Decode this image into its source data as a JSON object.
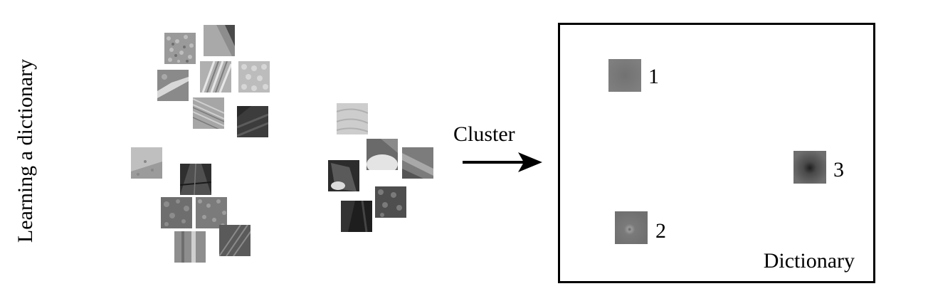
{
  "side_label": "Learning a dictionary",
  "arrow_label": "Cluster",
  "dictionary": {
    "label": "Dictionary",
    "atoms": [
      {
        "number": "1",
        "kind": "flat"
      },
      {
        "number": "2",
        "kind": "small-dot"
      },
      {
        "number": "3",
        "kind": "dark-blob"
      }
    ]
  }
}
